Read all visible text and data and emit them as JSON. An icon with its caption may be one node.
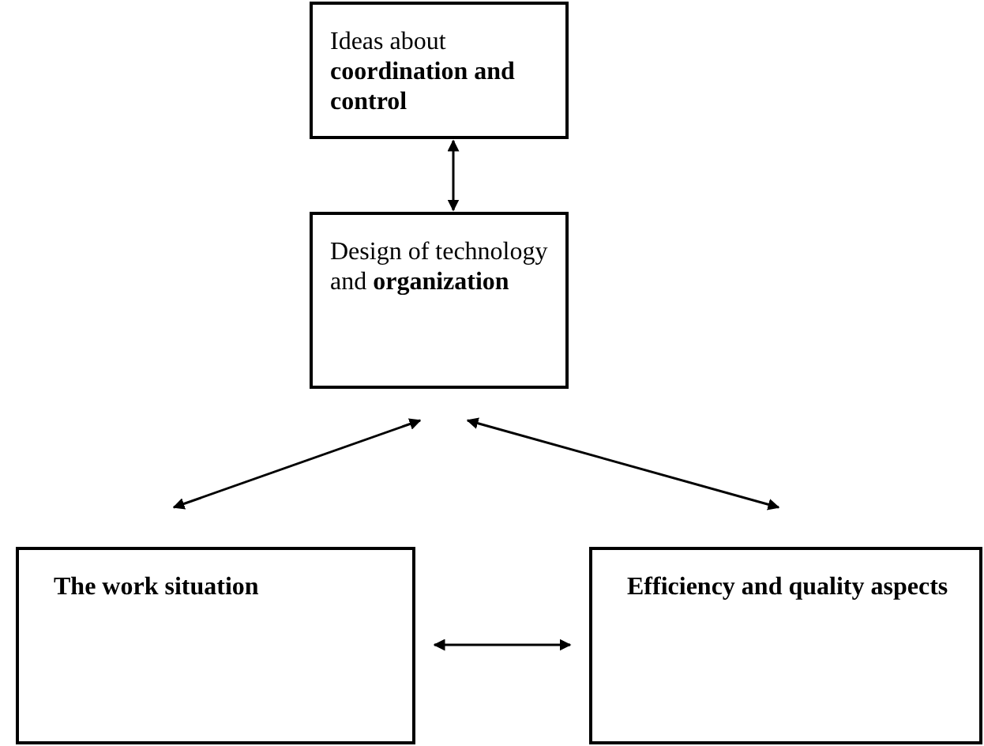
{
  "diagram": {
    "nodes": [
      {
        "text": [
          "Ideas about **coordination and control**"
        ]
      },
      {
        "text": [
          "Design of technology and **organization**"
        ]
      },
      {
        "text": [
          "The work situation"
        ]
      },
      {
        "text": [
          "Efficiency and quality aspects"
        ]
      }
    ],
    "edges": [
      {
        "from": 0,
        "to": 1,
        "arrow": "both"
      },
      {
        "from": 1,
        "to": 2,
        "arrow": "both"
      },
      {
        "from": 1,
        "to": 3,
        "arrow": "both"
      },
      {
        "from": 2,
        "to": 3,
        "arrow": "both"
      }
    ]
  }
}
